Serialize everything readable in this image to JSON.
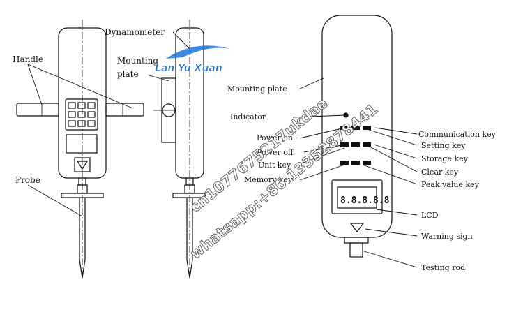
{
  "labels": {
    "dynamometer": "Dynamometer",
    "handle": "Handle",
    "mounting_line1": "Mounting",
    "mounting_line2": "plate",
    "probe": "Probe",
    "mounting_plate": "Mounting plate",
    "indicator": "Indicator",
    "power_on": "Power on",
    "power_off": "Power off",
    "unit_key": "Unit key",
    "memory_key": "Memory key",
    "communication_key": "Communication key",
    "setting_key": "Setting key",
    "storage_key": "Storage key",
    "clear_key": "Clear key",
    "peak_value_key": "Peak value key",
    "lcd": "LCD",
    "warning_sign": "Warning sign",
    "testing_rod": "Testing rod"
  },
  "lcd_readout": "8.8.8.8.8",
  "watermark": {
    "logo_text": "Lan Yu Xuan",
    "line1": "cn1077675217ukdae",
    "line2": "whatsapp:+86 13352878441"
  },
  "colors": {
    "ink": "#111111",
    "watermark": "#ffffff",
    "watermark_outline": "#555555",
    "logo_blue": "#1e73d8"
  }
}
